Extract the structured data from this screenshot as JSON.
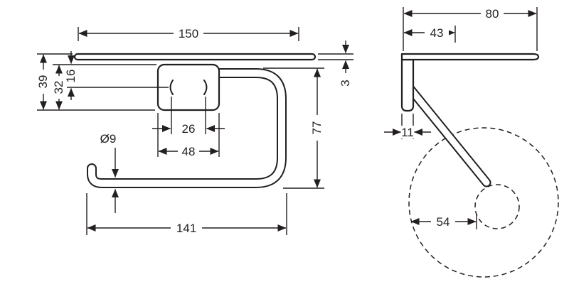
{
  "colors": {
    "line": "#231f20",
    "background": "#ffffff"
  },
  "front_view": {
    "dim_shelf_width": "150",
    "dim_height_total": "39",
    "dim_height_plate": "32",
    "dim_height_top": "16",
    "dim_shelf_thickness": "3",
    "dim_bar_diameter": "Ø9",
    "dim_roller_width": "26",
    "dim_plate_width": "48",
    "dim_bar_height": "77",
    "dim_bar_width": "141"
  },
  "side_view": {
    "dim_depth_total": "80",
    "dim_shelf_depth": "43",
    "dim_bracket_depth": "11",
    "dim_roll_radius": "54"
  }
}
